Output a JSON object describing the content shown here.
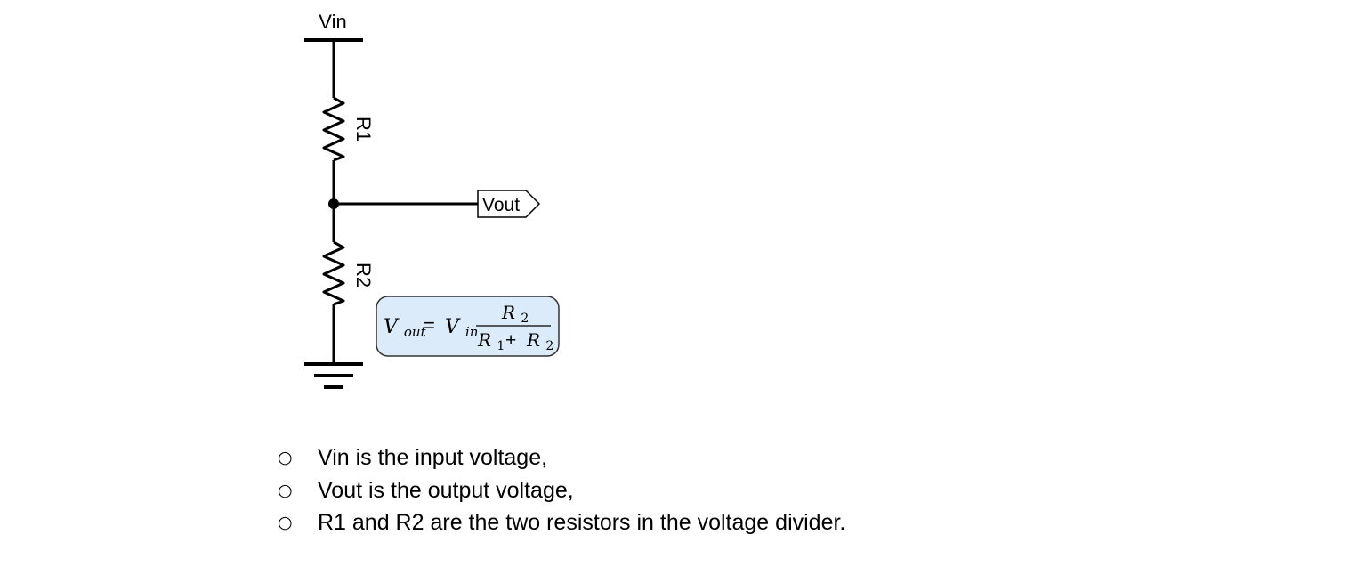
{
  "diagram": {
    "vin_label": "Vin",
    "r1_label": "R1",
    "r2_label": "R2",
    "vout_label": "Vout",
    "formula": {
      "lhs_base": "V",
      "lhs_sub": "out",
      "equals": "=",
      "rhs_base": "V",
      "rhs_sub": "in",
      "numerator_base": "R",
      "numerator_sub": "2",
      "denominator_r1_base": "R",
      "denominator_r1_sub": "1",
      "plus": "+",
      "denominator_r2_base": "R",
      "denominator_r2_sub": "2"
    },
    "colors": {
      "wire": "#000000",
      "formula_fill": "#dcebfa",
      "formula_border": "#333333"
    }
  },
  "bullets": [
    {
      "mark": "○",
      "text": "Vin is the input voltage,"
    },
    {
      "mark": "○",
      "text": "Vout is the output voltage,"
    },
    {
      "mark": "○",
      "text": "R1 and R2 are the two resistors in the voltage divider."
    }
  ]
}
